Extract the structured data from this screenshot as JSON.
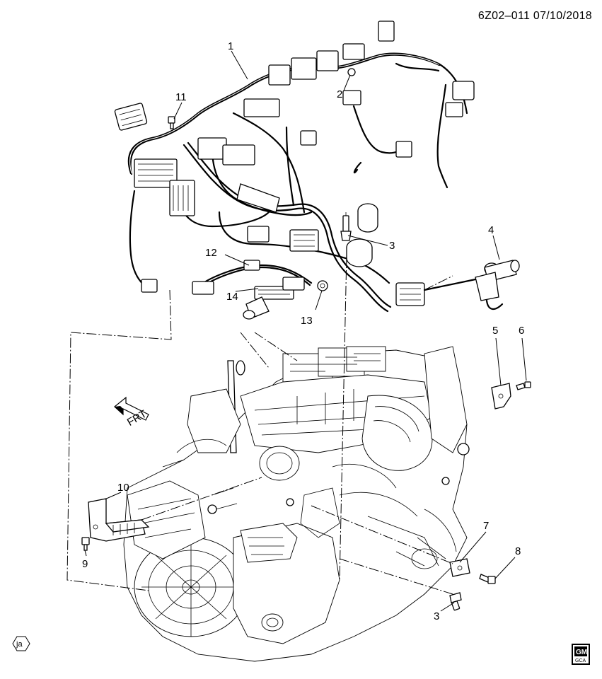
{
  "header": {
    "code": "6Z02–011  07/10/2018"
  },
  "direction_label": "FRT",
  "badge_left": "ja",
  "logo": {
    "top": "GM",
    "bottom": "GCA"
  },
  "callouts": {
    "c1": "1",
    "c2": "2",
    "c3a": "3",
    "c3b": "3",
    "c4": "4",
    "c5": "5",
    "c6": "6",
    "c7": "7",
    "c8": "8",
    "c9": "9",
    "c10": "10",
    "c11": "11",
    "c12": "12",
    "c13": "13",
    "c14": "14"
  }
}
